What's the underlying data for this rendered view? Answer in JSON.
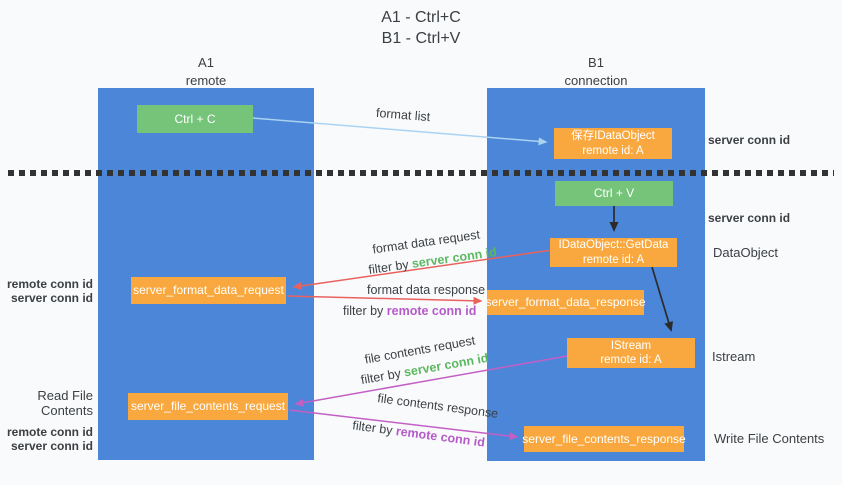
{
  "title": {
    "line1": "A1 - Ctrl+C",
    "line2": "B1 - Ctrl+V"
  },
  "columns": {
    "left": {
      "header_line1": "A1",
      "header_line2": "remote"
    },
    "right": {
      "header_line1": "B1",
      "header_line2": "connection"
    }
  },
  "nodes": {
    "ctrl_c": "Ctrl + C",
    "save_idataobject": {
      "line1": "保存IDataObject",
      "line2": "remote id: A"
    },
    "ctrl_v": "Ctrl + V",
    "getdata": {
      "line1": "IDataObject::GetData",
      "line2": "remote id: A"
    },
    "format_request": "server_format_data_request",
    "format_response": "server_format_data_response",
    "istream": {
      "line1": "IStream",
      "line2": "remote id: A"
    },
    "file_request": "server_file_contents_request",
    "file_response": "server_file_contents_response"
  },
  "arrow_labels": {
    "format_list": "format list",
    "format_data_request": "format data request",
    "format_data_response": "format data response",
    "file_contents_request": "file contents request",
    "file_contents_response": "file contents response",
    "filter_by": "filter by ",
    "server_conn_id": "server conn id",
    "remote_conn_id": "remote conn id"
  },
  "side_labels": {
    "server_conn_id": "server conn id",
    "remote_conn_id": "remote conn id",
    "dataobject": "DataObject",
    "istream": "Istream",
    "read_file_contents": "Read File Contents",
    "write_file_contents": "Write File Contents"
  },
  "colors": {
    "column_blue": "#4c86d8",
    "node_green": "#76c47a",
    "node_orange": "#f8a83e",
    "arrow_lightblue": "#a9d3f0",
    "arrow_red": "#e9625e",
    "arrow_magenta": "#c35fc5",
    "arrow_black": "#2b2b2b",
    "text_green": "#5cb85f",
    "text_purple": "#b55bc8",
    "text_dark": "#3c4043",
    "dotted_line": "#333333"
  }
}
